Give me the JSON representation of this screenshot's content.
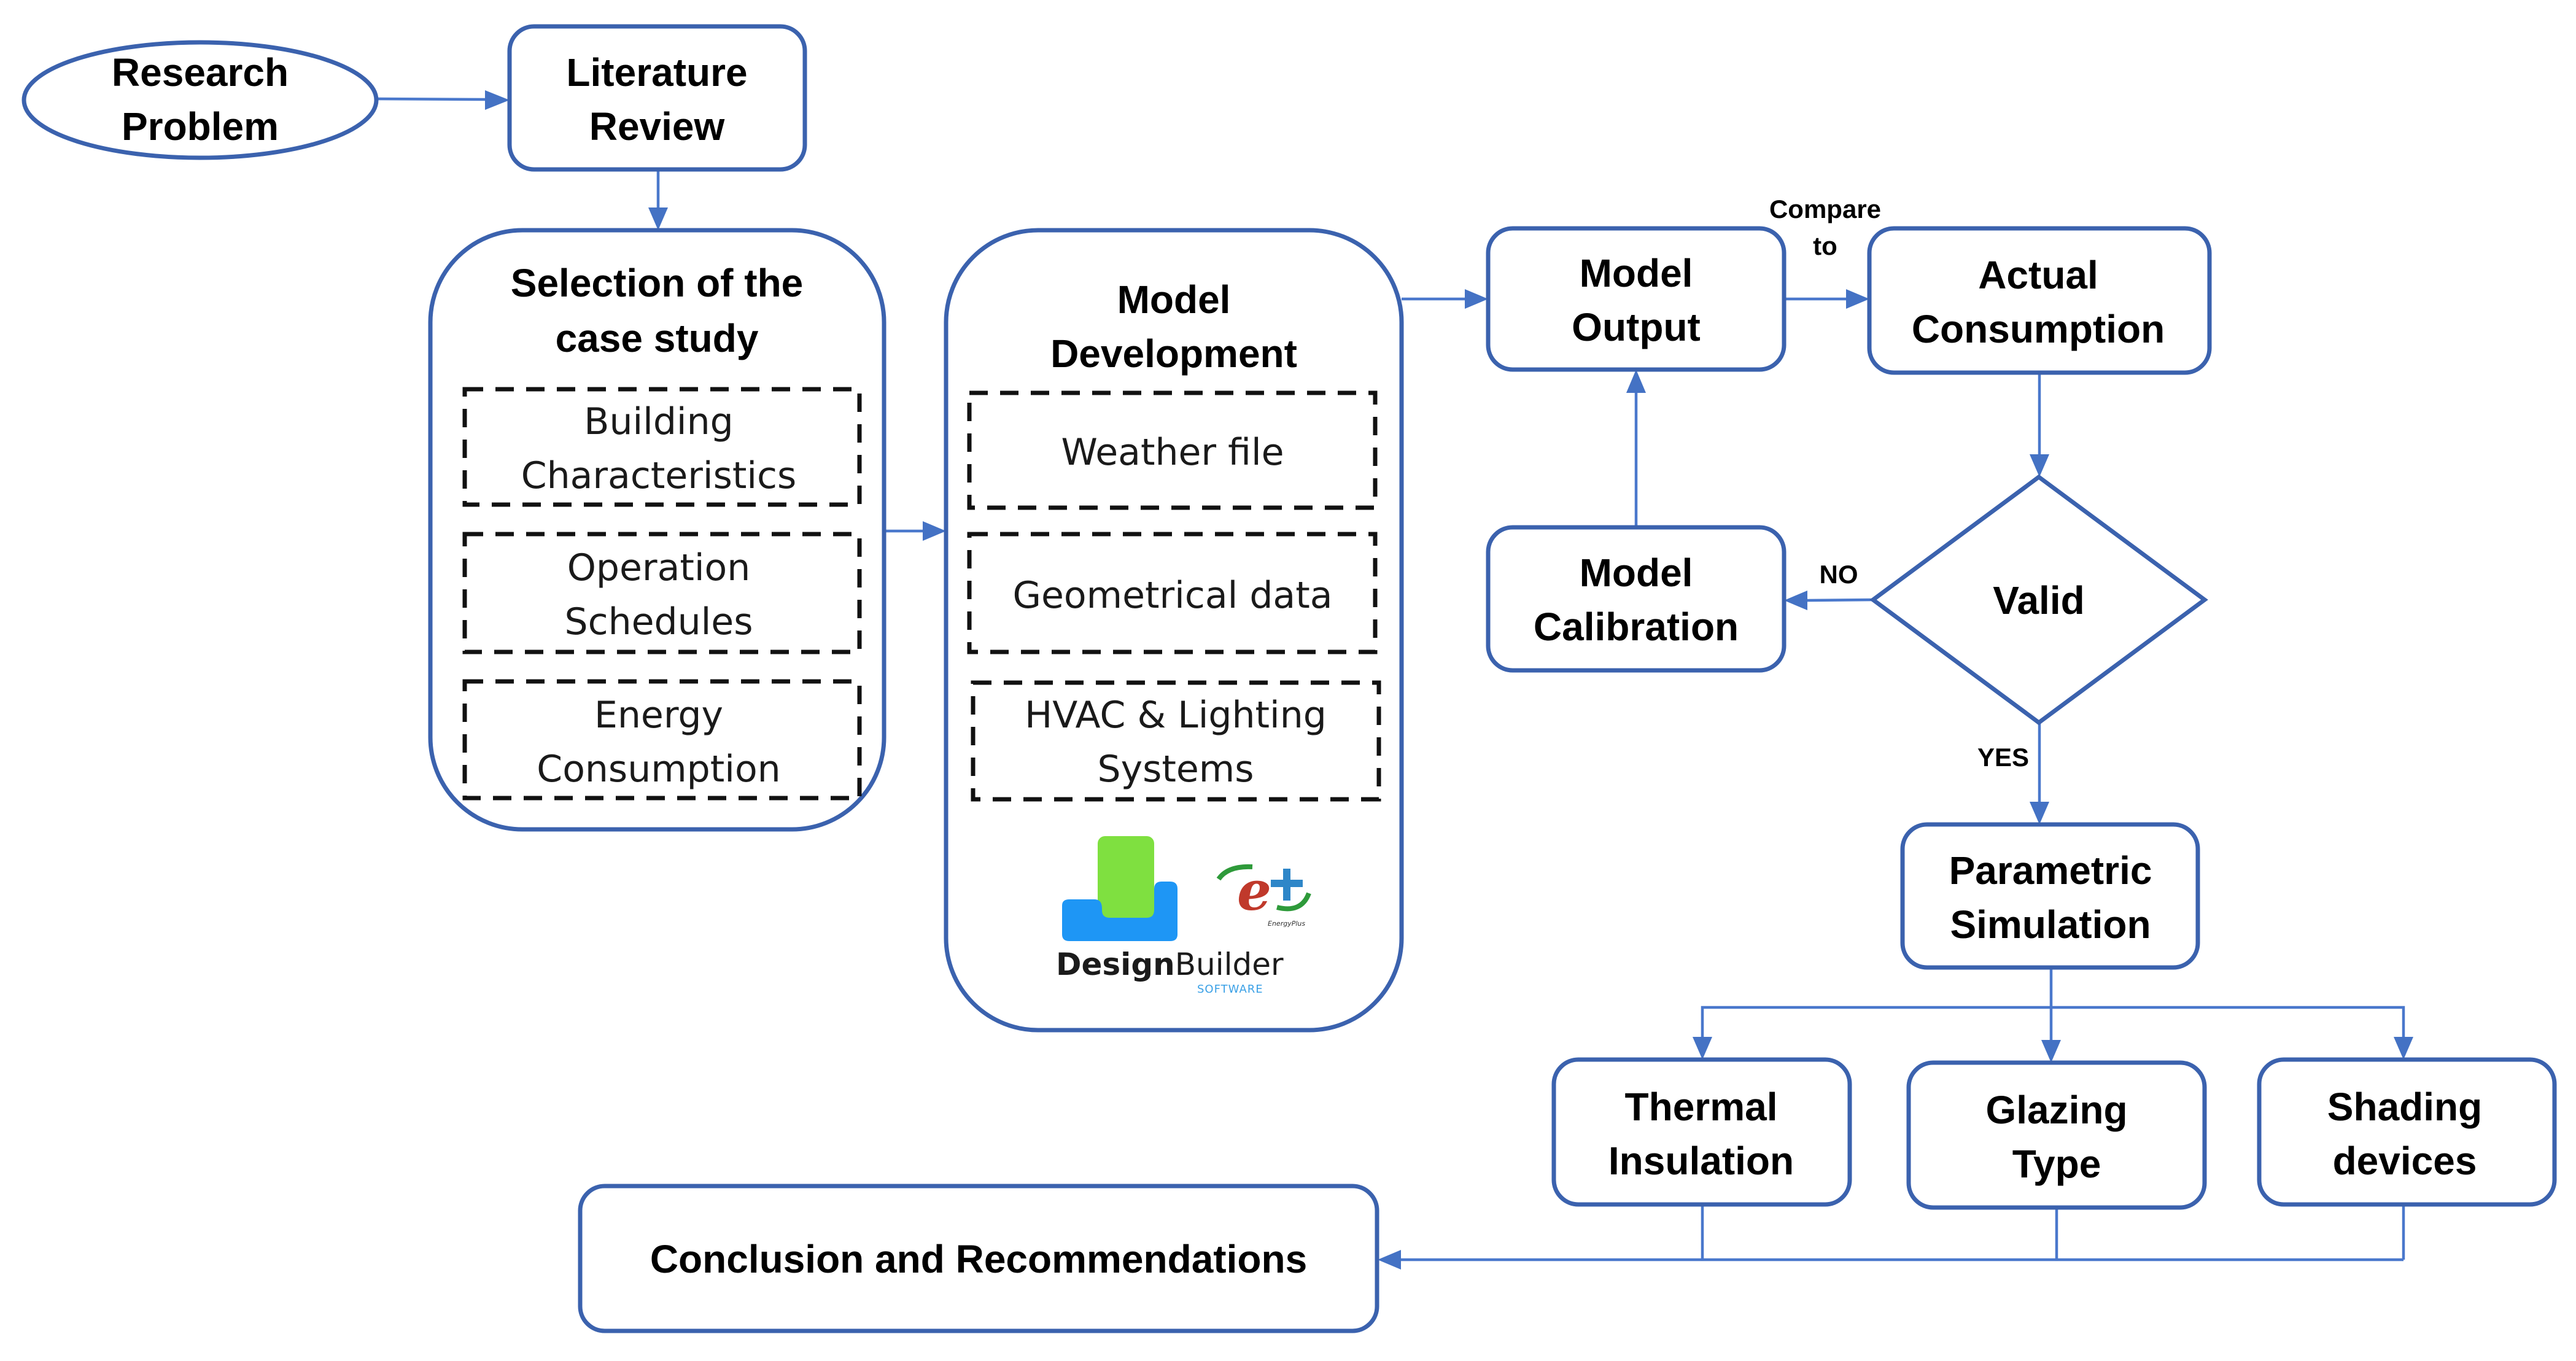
{
  "diagram": {
    "type": "flowchart",
    "colors": {
      "box_border": "#3b62ae",
      "connector": "#4472c4",
      "dashed_border": "#111111",
      "text": "#000000",
      "designbuilder_green": "#7fe040",
      "designbuilder_blue": "#1e96f5",
      "energyplus_red": "#c0392b",
      "energyplus_blue": "#2e86c8",
      "energyplus_green": "#2e9a3a"
    },
    "nodes": {
      "research_problem": {
        "lines": [
          "Research",
          "Problem"
        ],
        "shape": "ellipse"
      },
      "literature_review": {
        "lines": [
          "Literature",
          "Review"
        ],
        "shape": "rounded-rect"
      },
      "selection": {
        "lines": [
          "Selection of the",
          "case study"
        ],
        "items": [
          {
            "lines": [
              "Building",
              "Characteristics"
            ]
          },
          {
            "lines": [
              "Operation",
              "Schedules"
            ]
          },
          {
            "lines": [
              "Energy",
              "Consumption"
            ]
          }
        ]
      },
      "model_development": {
        "lines": [
          "Model",
          "Development"
        ],
        "items": [
          {
            "lines": [
              "Weather file"
            ]
          },
          {
            "lines": [
              "Geometrical data"
            ]
          },
          {
            "lines": [
              "HVAC & Lighting",
              "Systems"
            ]
          }
        ],
        "logos": {
          "designbuilder": {
            "name_bold": "Design",
            "name_regular": "Builder",
            "sub": "SOFTWARE"
          },
          "energyplus": {
            "glyph": "e+",
            "sub": "EnergyPlus"
          }
        }
      },
      "model_output": {
        "lines": [
          "Model",
          "Output"
        ]
      },
      "actual_consumption": {
        "lines": [
          "Actual",
          "Consumption"
        ]
      },
      "model_calibration": {
        "lines": [
          "Model",
          "Calibration"
        ]
      },
      "valid": {
        "lines": [
          "Valid"
        ],
        "shape": "diamond"
      },
      "parametric_simulation": {
        "lines": [
          "Parametric",
          "Simulation"
        ]
      },
      "thermal_insulation": {
        "lines": [
          "Thermal",
          "Insulation"
        ]
      },
      "glazing_type": {
        "lines": [
          "Glazing",
          "Type"
        ]
      },
      "shading_devices": {
        "lines": [
          "Shading",
          "devices"
        ]
      },
      "conclusion": {
        "lines": [
          "Conclusion and Recommendations"
        ]
      }
    },
    "edge_labels": {
      "compare_to": [
        "Compare",
        "to"
      ],
      "no": "NO",
      "yes": "YES"
    },
    "edges": [
      {
        "from": "Research Problem",
        "to": "Literature Review"
      },
      {
        "from": "Literature Review",
        "to": "Selection of the case study"
      },
      {
        "from": "Selection of the case study",
        "to": "Model Development"
      },
      {
        "from": "Model Development",
        "to": "Model Output"
      },
      {
        "from": "Model Output",
        "to": "Actual Consumption",
        "label": "Compare to"
      },
      {
        "from": "Actual Consumption",
        "to": "Valid"
      },
      {
        "from": "Valid",
        "to": "Model Calibration",
        "label": "NO"
      },
      {
        "from": "Model Calibration",
        "to": "Model Output"
      },
      {
        "from": "Valid",
        "to": "Parametric Simulation",
        "label": "YES"
      },
      {
        "from": "Parametric Simulation",
        "to": "Thermal Insulation"
      },
      {
        "from": "Parametric Simulation",
        "to": "Glazing Type"
      },
      {
        "from": "Parametric Simulation",
        "to": "Shading devices"
      },
      {
        "from": "Thermal Insulation",
        "to": "Conclusion and Recommendations"
      },
      {
        "from": "Glazing Type",
        "to": "Conclusion and Recommendations"
      },
      {
        "from": "Shading devices",
        "to": "Conclusion and Recommendations"
      }
    ]
  }
}
